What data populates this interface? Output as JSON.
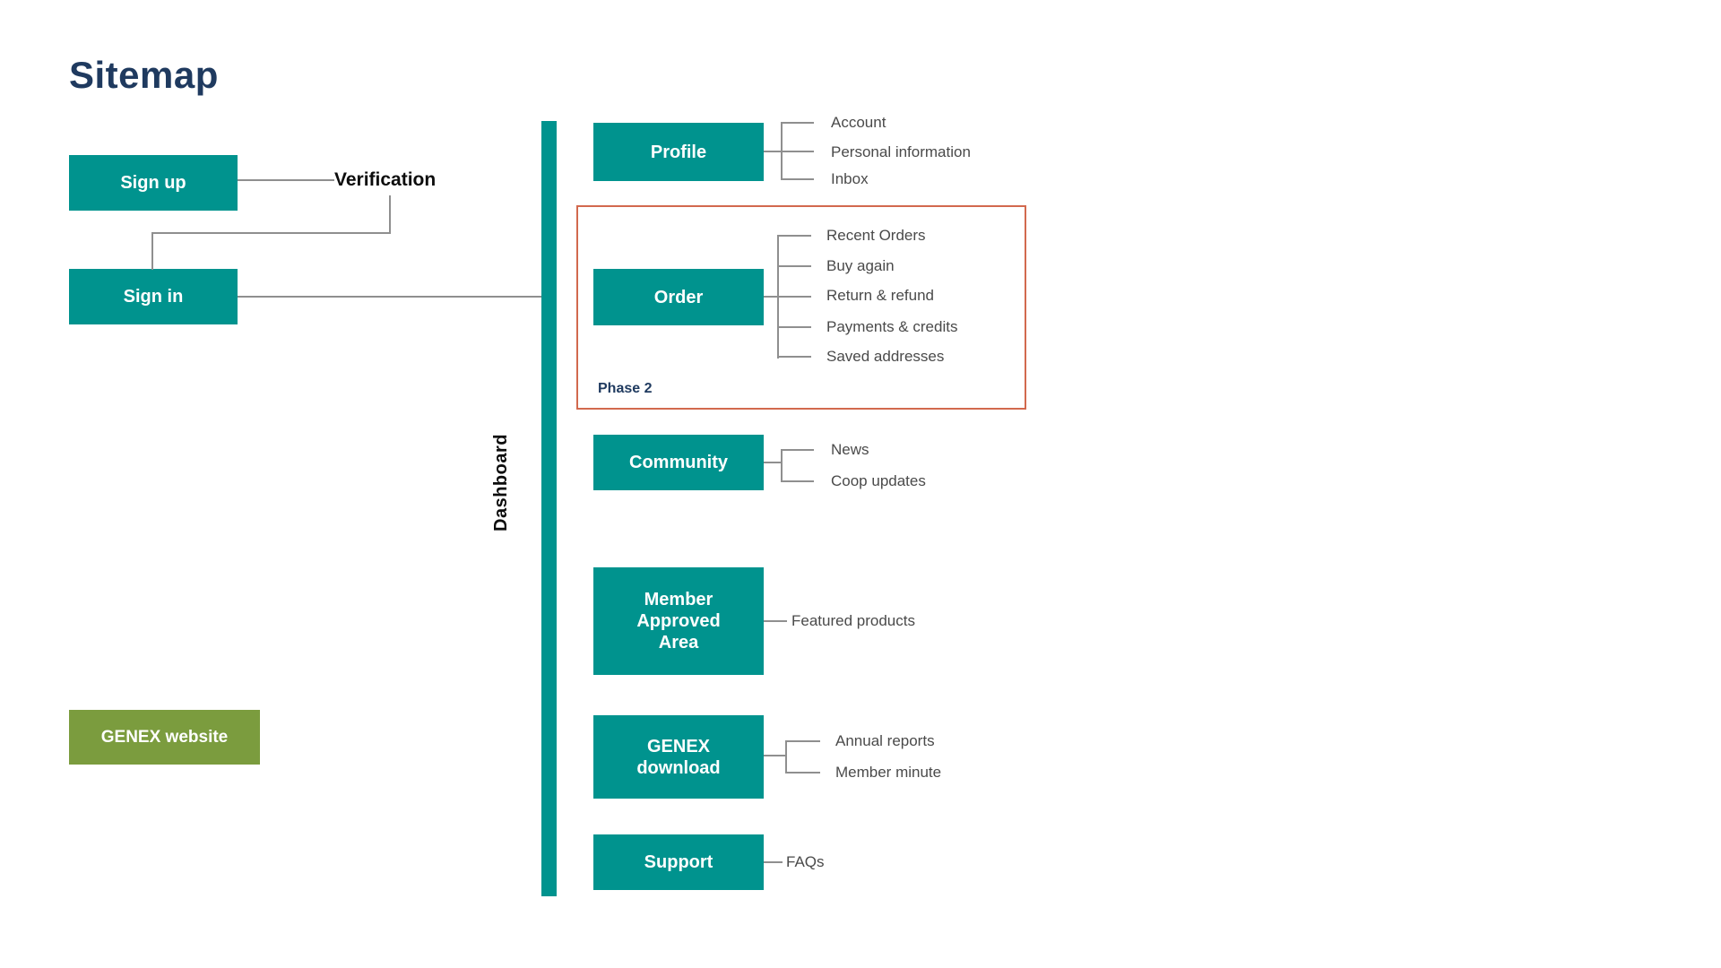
{
  "page": {
    "title": "Sitemap"
  },
  "colors": {
    "teal": "#00938E",
    "green": "#7B9C3E",
    "navy": "#1F3A5F",
    "orange": "#D2694E",
    "line": "#8F8F8F",
    "leaf": "#4A4A4A",
    "ink": "#0D0D0D"
  },
  "auth": {
    "signup_label": "Sign up",
    "signin_label": "Sign in",
    "verification_label": "Verification"
  },
  "dashboard": {
    "label": "Dashboard"
  },
  "phase2": {
    "label": "Phase 2"
  },
  "website": {
    "label": "GENEX website"
  },
  "sections": [
    {
      "id": "profile",
      "label": "Profile",
      "children": [
        "Account",
        "Personal information",
        "Inbox"
      ]
    },
    {
      "id": "order",
      "label": "Order",
      "phase": "Phase 2",
      "children": [
        "Recent Orders",
        "Buy again",
        "Return & refund",
        "Payments & credits",
        "Saved addresses"
      ]
    },
    {
      "id": "community",
      "label": "Community",
      "children": [
        "News",
        "Coop updates"
      ]
    },
    {
      "id": "member-approved-area",
      "label": "Member Approved Area",
      "children": [
        "Featured products"
      ]
    },
    {
      "id": "genex-download",
      "label": "GENEX download",
      "children": [
        "Annual reports",
        "Member minute"
      ]
    },
    {
      "id": "support",
      "label": "Support",
      "children": [
        "FAQs"
      ]
    }
  ]
}
